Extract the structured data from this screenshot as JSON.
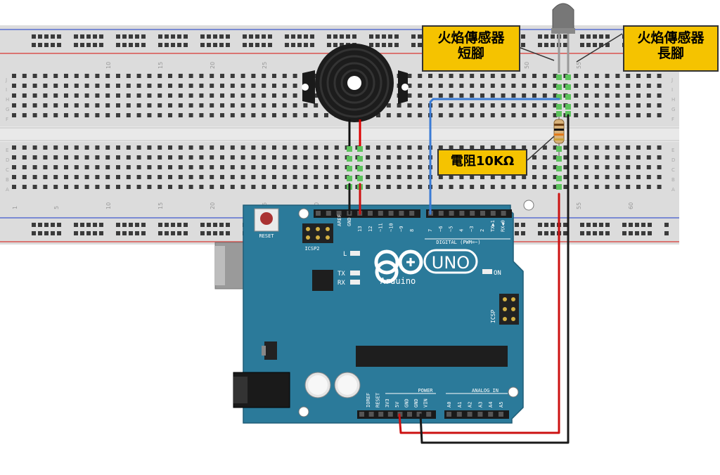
{
  "callouts": {
    "short_leg": {
      "line1": "火焰傳感器",
      "line2": "短腳"
    },
    "long_leg": {
      "line1": "火焰傳感器",
      "line2": "長腳"
    },
    "resistor": {
      "text": "電阻10KΩ"
    }
  },
  "breadboard": {
    "top_numbers": [
      "10",
      "15",
      "20",
      "25",
      "50",
      "55"
    ],
    "bottom_numbers": [
      "1",
      "5",
      "10",
      "15",
      "20",
      "25",
      "30",
      "55",
      "60"
    ],
    "row_letters_top": [
      "J",
      "I",
      "H",
      "G",
      "F"
    ],
    "row_letters_bottom": [
      "E",
      "D",
      "C",
      "B",
      "A"
    ]
  },
  "arduino": {
    "reset": "RESET",
    "icsp2": "ICSP2",
    "icsp": "ICSP",
    "logo_uno": "UNO",
    "logo_arduino": "Arduino",
    "led_l": "L",
    "led_tx": "TX",
    "led_rx": "RX",
    "led_on": "ON",
    "digital_label": "DIGITAL (PWM=~)",
    "power_label": "POWER",
    "analog_label": "ANALOG IN",
    "aref": "AREF",
    "gnd": "GND",
    "digital_pins": [
      "13",
      "12",
      "~11",
      "~10",
      "~9",
      "8",
      "7",
      "~6",
      "~5",
      "4",
      "~3",
      "2",
      "TX▶1",
      "RX◀0"
    ],
    "power_pins": [
      "IOREF",
      "RESET",
      "3V3",
      "5V",
      "GND",
      "GND",
      "VIN"
    ],
    "analog_pins": [
      "A0",
      "A1",
      "A2",
      "A3",
      "A4",
      "A5"
    ]
  },
  "colors": {
    "board": "#2b7a9a",
    "breadboard": "#dcdcdc",
    "rail_red": "#d9534f",
    "rail_blue": "#5a6fd0",
    "wire_red": "#cc1111",
    "wire_black": "#1a1a1a",
    "wire_blue": "#3a7bd5",
    "callout": "#f5c300"
  }
}
